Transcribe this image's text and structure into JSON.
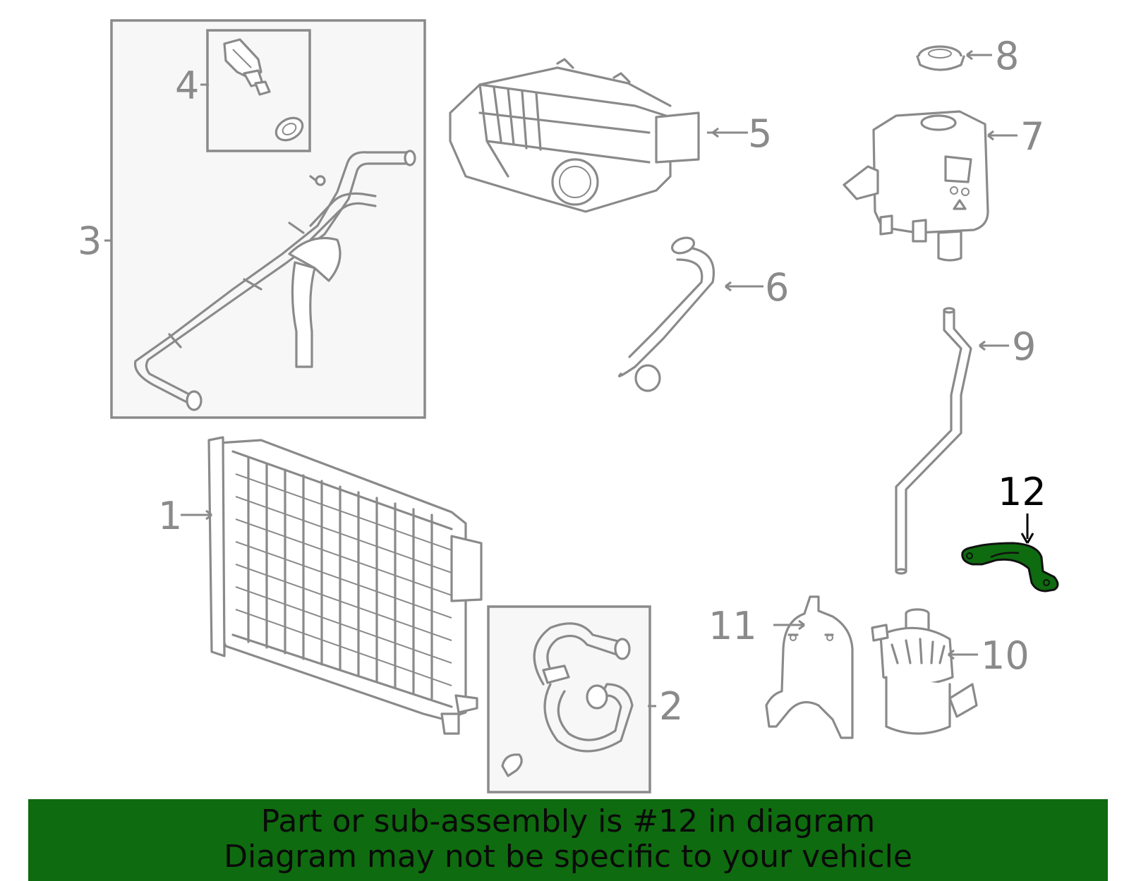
{
  "callouts": {
    "c1": "1",
    "c2": "2",
    "c3": "3",
    "c4": "4",
    "c5": "5",
    "c6": "6",
    "c7": "7",
    "c8": "8",
    "c9": "9",
    "c10": "10",
    "c11": "11",
    "c12": "12"
  },
  "highlighted_part": "12",
  "colors": {
    "highlight": "#0f6b0f",
    "line": "#8a8a8a",
    "banner": "#0f6b0f"
  },
  "banner": {
    "line1": "Part or sub-assembly is #12 in diagram",
    "line2": "Diagram may not be specific to your vehicle"
  }
}
